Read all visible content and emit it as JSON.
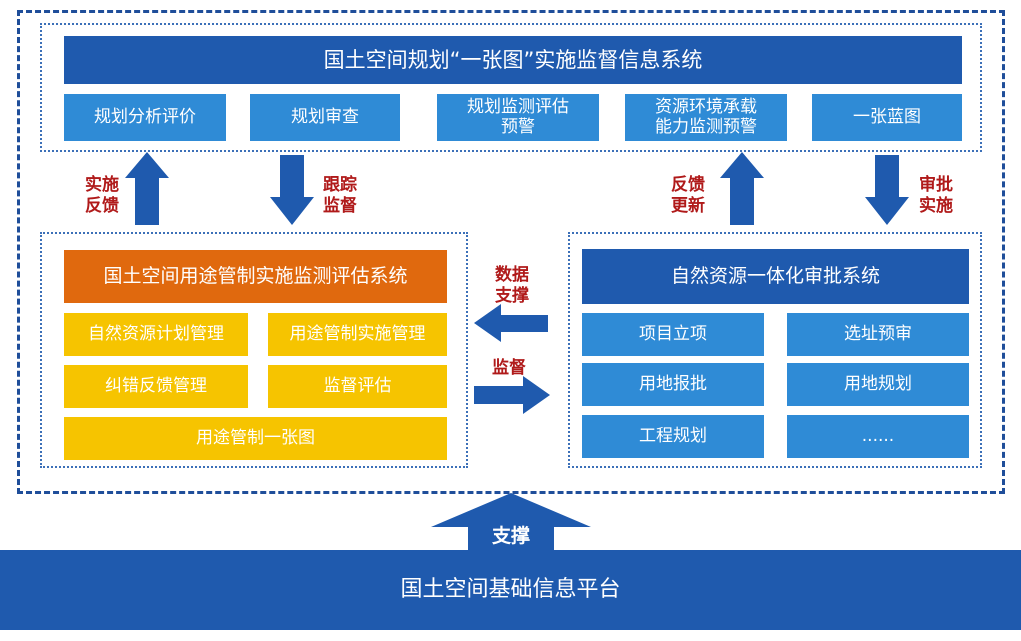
{
  "top_system": {
    "title": "国土空间规划“一张图”实施监督信息系统",
    "modules": [
      "规划分析评价",
      "规划审查",
      "规划监测评估\n预警",
      "资源环境承载\n能力监测预警",
      "一张蓝图"
    ]
  },
  "left_system": {
    "title": "国土空间用途管制实施监测评估系统",
    "modules": [
      "自然资源计划管理",
      "用途管制实施管理",
      "纠错反馈管理",
      "监督评估",
      "用途管制一张图"
    ]
  },
  "right_system": {
    "title": "自然资源一体化审批系统",
    "modules": [
      "项目立项",
      "选址预审",
      "用地报批",
      "用地规划",
      "工程规划",
      "......"
    ]
  },
  "flow_labels": {
    "implement_feedback": "实施\n反馈",
    "track_supervise": "跟踪\n监督",
    "feedback_update": "反馈\n更新",
    "approve_implement": "审批\n实施",
    "data_support": "数据\n支撑",
    "supervise": "监督"
  },
  "support_label": "支撑",
  "platform": "国土空间基础信息平台",
  "colors": {
    "dark_blue": "#1F5AAE",
    "light_blue": "#2F8BD6",
    "orange": "#E0690E",
    "yellow": "#F6C400",
    "label_red": "#B01A1A"
  }
}
